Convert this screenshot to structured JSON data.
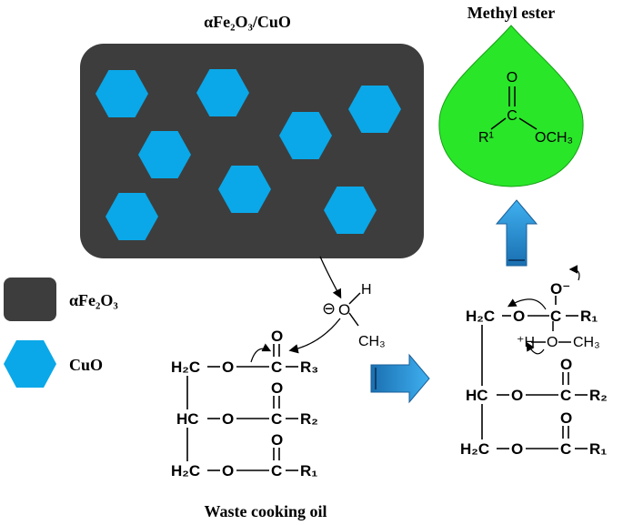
{
  "catalyst": {
    "title": "αFe₂O₃/CuO",
    "body_color": "#3d3d3d",
    "hex_color": "#0aa8e8"
  },
  "legend": {
    "fe2o3_label": "αFe₂O₃",
    "cuo_label": "CuO"
  },
  "product": {
    "title": "Methyl ester",
    "drop_color": "#29e629",
    "atom_O": "O",
    "atom_C": "C",
    "atom_R": "R¹",
    "atom_OCH3": "OCH₃"
  },
  "methoxide": {
    "charge": "⊖",
    "atom_O": "O",
    "atom_H": "H",
    "atom_CH3": "CH₃"
  },
  "triglyceride": {
    "caption": "Waste cooking oil",
    "rows": [
      {
        "carbon": "H₂C",
        "oxygen": "O",
        "carbonyl_C": "C",
        "carbonyl_O": "O",
        "r": "R₃"
      },
      {
        "carbon": "HC",
        "oxygen": "O",
        "carbonyl_C": "C",
        "carbonyl_O": "O",
        "r": "R₂"
      },
      {
        "carbon": "H₂C",
        "oxygen": "O",
        "carbonyl_C": "C",
        "carbonyl_O": "O",
        "r": "R₁"
      }
    ]
  },
  "intermediate": {
    "rows": [
      {
        "carbon": "H₂C",
        "oxygen": "O",
        "carbonyl_C": "C",
        "carbonyl_O": "O⁻",
        "r": "R₁"
      },
      {
        "carbon": "HC",
        "oxygen": "O",
        "carbonyl_C": "C",
        "carbonyl_O": "O",
        "r": "R₂"
      },
      {
        "carbon": "H₂C",
        "oxygen": "O",
        "carbonyl_C": "C",
        "carbonyl_O": "O",
        "r": "R₁"
      }
    ],
    "protonated_H": "⁺H",
    "methoxy_O": "O",
    "methoxy_CH3": "CH₃"
  },
  "arrow_color": "#2b9fdf"
}
